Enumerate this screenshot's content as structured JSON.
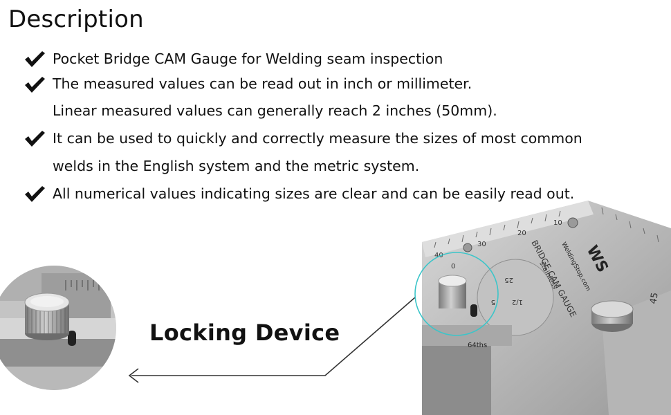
{
  "heading": "Description",
  "bullets": [
    {
      "checked": true,
      "text": "Pocket Bridge CAM Gauge for Welding seam inspection"
    },
    {
      "checked": true,
      "text": "The measured values can be read out in inch or millimeter."
    },
    {
      "checked": false,
      "text": "Linear measured values can generally reach 2 inches (50mm)."
    },
    {
      "checked": true,
      "text": "It can be used to quickly and correctly measure the sizes of most common"
    },
    {
      "checked": false,
      "text": "welds in the English system and the metric system."
    },
    {
      "checked": true,
      "text": "All numerical values indicating sizes are clear and can be easily read out."
    }
  ],
  "callout_label": "Locking Device",
  "gauge_markings": {
    "brand": "WS",
    "site": "WeldingStop.com",
    "gauge_name": "BRIDGE CAM GAUGE",
    "material": "stainless",
    "scale_numbers": [
      "40",
      "30",
      "20",
      "10"
    ],
    "slider_numbers": [
      "0",
      "25",
      "5",
      "1/2"
    ],
    "fraction_label": "64ths",
    "angle_label": "45"
  },
  "colors": {
    "highlight_circle": "#3cc5c9",
    "arrow": "#333333",
    "metal_light": "#c9c9c9",
    "metal_dark": "#8a8a8a"
  }
}
